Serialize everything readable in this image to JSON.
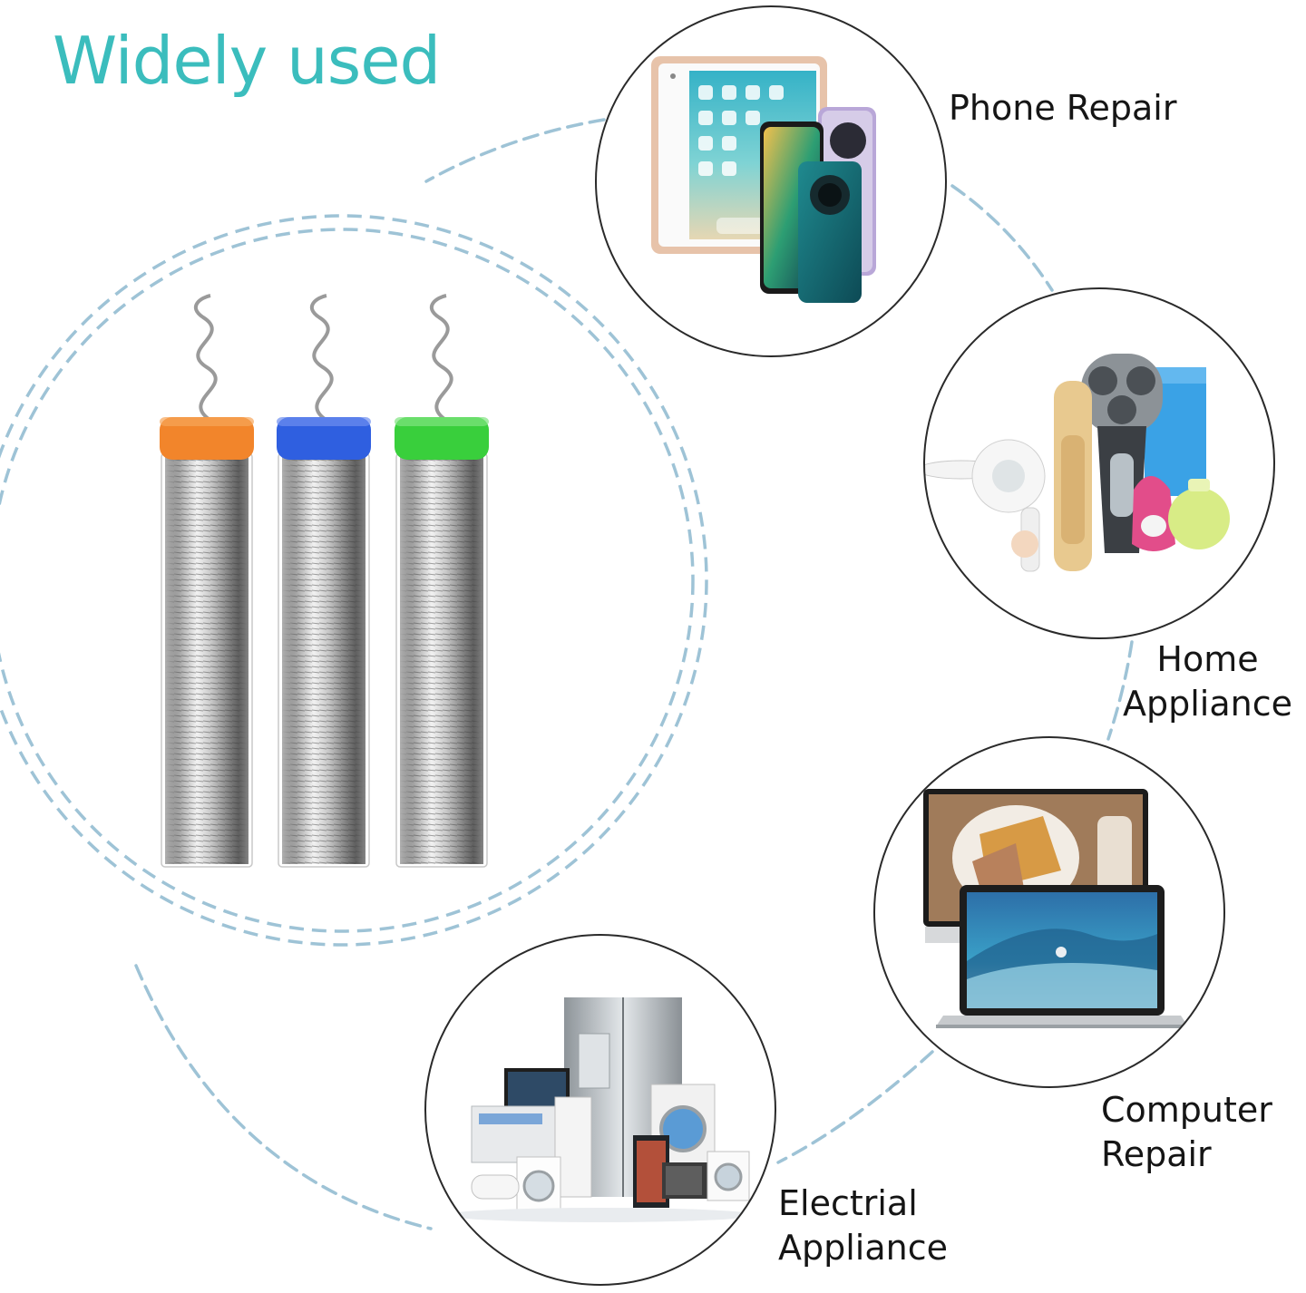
{
  "headline": "Widely used",
  "applications": [
    {
      "id": "phone",
      "lines": [
        "Phone Repair"
      ]
    },
    {
      "id": "home",
      "lines": [
        "Home",
        "Appliance"
      ]
    },
    {
      "id": "computer",
      "lines": [
        "Computer",
        "Repair"
      ]
    },
    {
      "id": "electrical",
      "lines": [
        "Electrial",
        "Appliance"
      ]
    }
  ],
  "colors": {
    "headline": "#3bbdbd",
    "dashes": "#9ec3d6",
    "circle_outline": "#2a2a2a",
    "cap_orange": "#f2852b",
    "cap_blue": "#2f5fe0",
    "cap_green": "#39cf3c"
  }
}
